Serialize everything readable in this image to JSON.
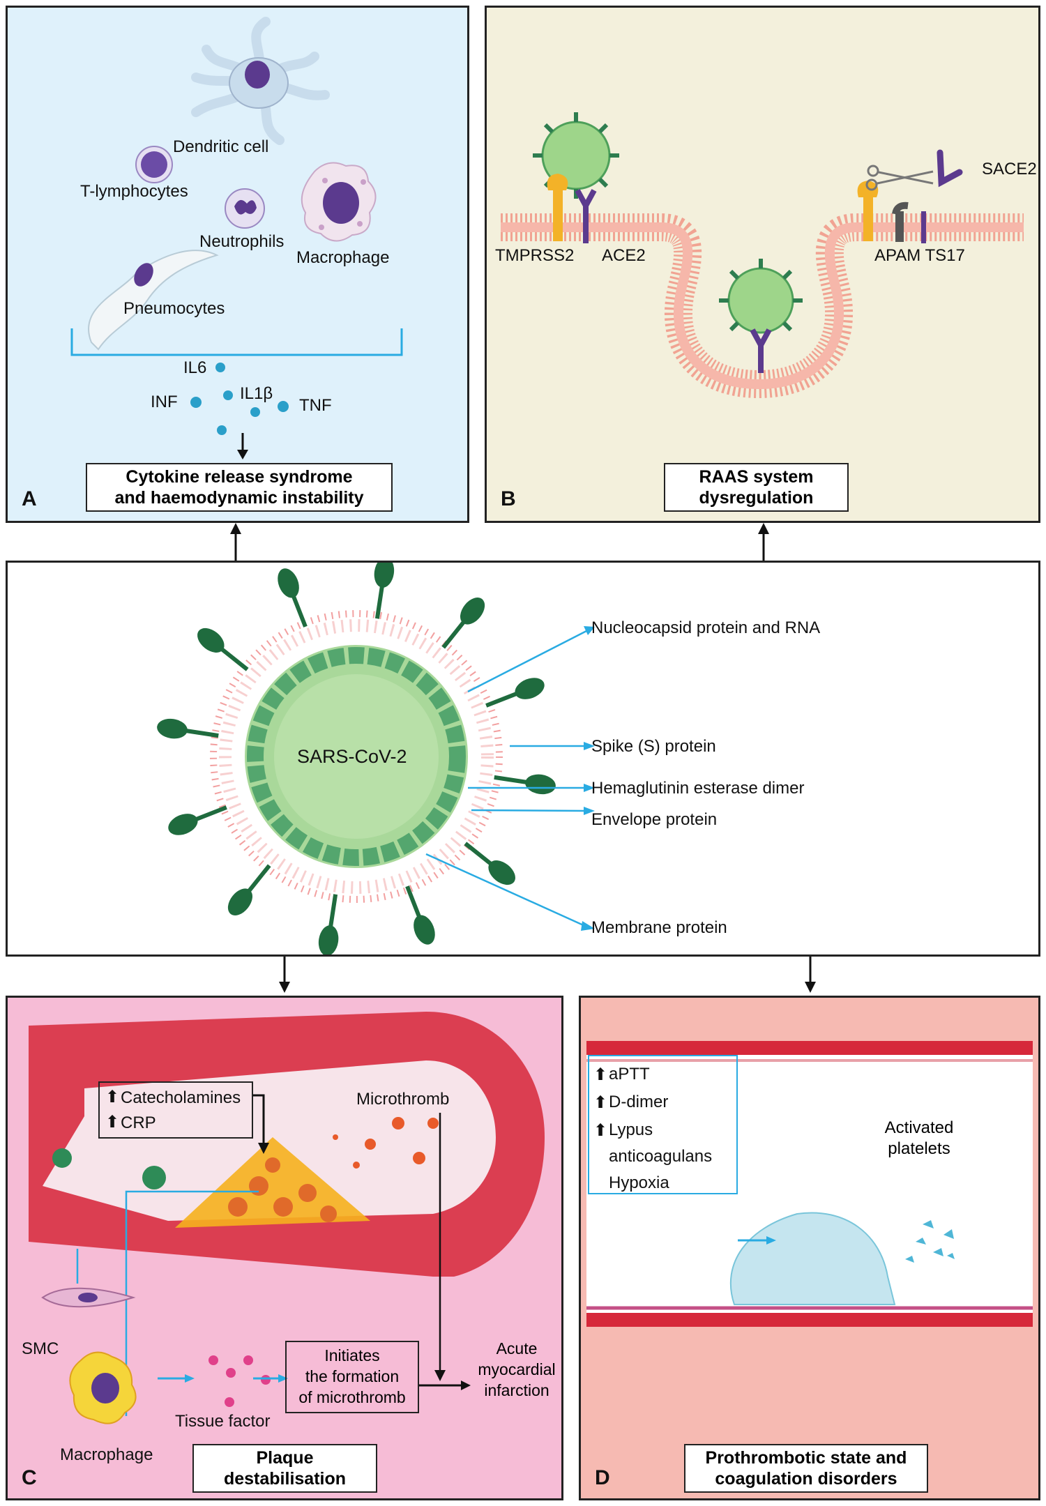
{
  "colors": {
    "panel_a_bg": "#dff1fb",
    "panel_b_bg": "#f3f0dc",
    "panel_c_bg": "#f6bcd6",
    "panel_d_bg": "#f6bab2",
    "accent_arrow": "#29abe2",
    "virus_green": "#2e8b57",
    "membrane": "#f08a7a",
    "artery_red": "#d6283a"
  },
  "panel_a": {
    "letter": "A",
    "cells": {
      "dendritic": "Dendritic cell",
      "t_lymph": "T-lymphocytes",
      "neutrophils": "Neutrophils",
      "macrophage": "Macrophage",
      "pneumocytes": "Pneumocytes"
    },
    "cytokines": {
      "il6": "IL6",
      "inf": "INF",
      "il1b": "IL1β",
      "tnf": "TNF"
    },
    "title_line1": "Cytokine release syndrome",
    "title_line2": "and haemodynamic instability"
  },
  "panel_b": {
    "letter": "B",
    "labels": {
      "tmprss2": "TMPRSS2",
      "ace2": "ACE2",
      "sace2": "SACE2",
      "adam17": "APAM TS17"
    },
    "title_line1": "RAAS system",
    "title_line2": "dysregulation"
  },
  "center": {
    "virus_label": "SARS-CoV-2",
    "labels": {
      "nucleocapsid": "Nucleocapsid protein and RNA",
      "spike": "Spike (S) protein",
      "hemagglutinin": "Hemaglutinin esterase dimer",
      "envelope": "Envelope protein",
      "membrane": "Membrane protein"
    }
  },
  "panel_c": {
    "letter": "C",
    "markers": {
      "catecholamines": "Catecholamines",
      "crp": "CRP"
    },
    "microthromb": "Microthromb",
    "smc": "SMC",
    "macrophage": "Macrophage",
    "tissue_factor": "Tissue factor",
    "initiates_l1": "Initiates",
    "initiates_l2": "the formation",
    "initiates_l3": "of microthromb",
    "ami_l1": "Acute",
    "ami_l2": "myocardial",
    "ami_l3": "infarction",
    "title_line1": "Plaque",
    "title_line2": "destabilisation"
  },
  "panel_d": {
    "letter": "D",
    "markers": {
      "aptt": "aPTT",
      "ddimer": "D-dimer",
      "lupus_l1": "Lypus",
      "lupus_l2": "anticoagulans",
      "hypoxia": "Hypoxia"
    },
    "activated_l1": "Activated",
    "activated_l2": "platelets",
    "title_line1": "Prothrombotic state and",
    "title_line2": "coagulation disorders"
  }
}
